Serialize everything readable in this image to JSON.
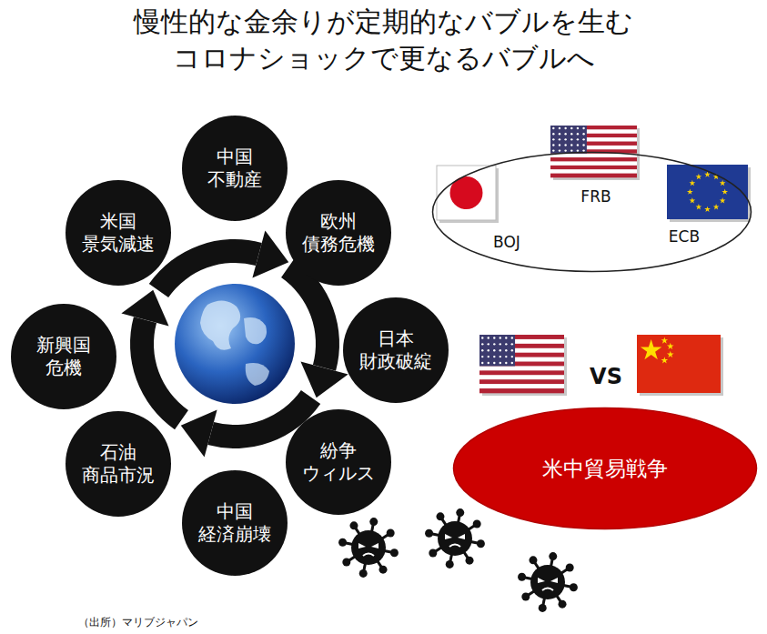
{
  "diagram": {
    "title": "慢性的な金余りが定期的なバブルを生む コロナショックで更なるバブルへ",
    "nodes": [
      {
        "text": [
          "中国 不動産"
        ]
      },
      {
        "text": [
          "欧州 債務危機"
        ]
      },
      {
        "text": [
          "日本 財政破綻"
        ]
      },
      {
        "text": [
          "紛争 ウィルス"
        ]
      },
      {
        "text": [
          "中国 経済崩壊"
        ]
      },
      {
        "text": [
          "石油 商品市況"
        ]
      },
      {
        "text": [
          "新興国 危機"
        ]
      },
      {
        "text": [
          "米国 景気減速"
        ]
      },
      {
        "text": [
          "FRB",
          "BOJ",
          "ECB"
        ]
      },
      {
        "text": [
          "米中貿易戦争"
        ]
      }
    ],
    "labels": [
      "VS",
      "（出所）マリブジャパン"
    ]
  }
}
